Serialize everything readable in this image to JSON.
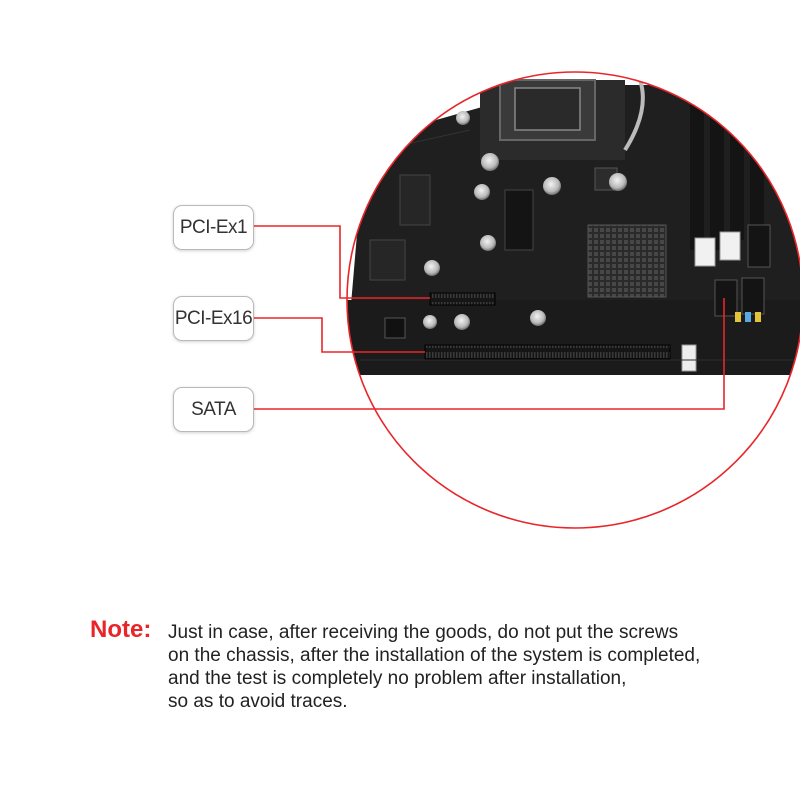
{
  "callouts": {
    "pciex1": "PCI-Ex1",
    "pciex16": "PCI-Ex16",
    "sata": "SATA"
  },
  "note": {
    "label": "Note:",
    "lines": [
      "Just in case, after receiving the goods, do not put the screws",
      "on the chassis, after the installation of the system is completed,",
      "and the test is completely no problem after installation,",
      "so as to avoid traces."
    ]
  },
  "colors": {
    "accent_red": "#e8262a",
    "board": "#1e1e1e",
    "callout_border": "#b9b9b9"
  }
}
